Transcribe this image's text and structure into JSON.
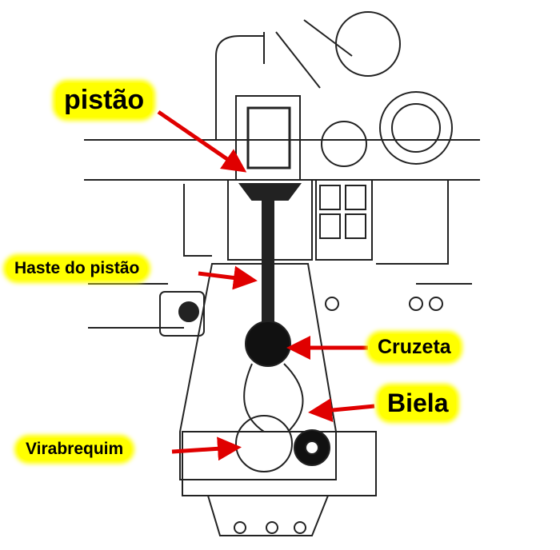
{
  "labels": {
    "piston": "pistão",
    "piston_rod": "Haste do pistão",
    "crosshead": "Cruzeta",
    "connecting_rod": "Biela",
    "crankshaft": "Virabrequim"
  },
  "colors": {
    "highlight": "#ffff00",
    "arrow": "#e00000",
    "line": "#222222"
  }
}
